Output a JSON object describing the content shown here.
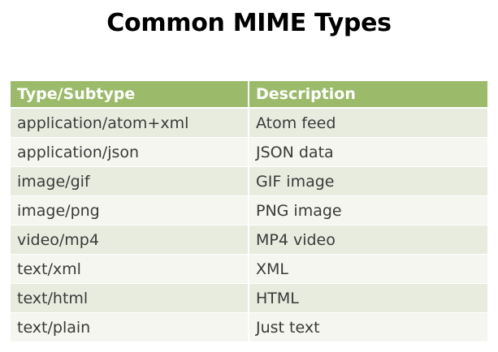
{
  "title": "Common MIME Types",
  "table": {
    "headers": [
      "Type/Subtype",
      "Description"
    ],
    "rows": [
      [
        "application/atom+xml",
        "Atom feed"
      ],
      [
        "application/json",
        "JSON data"
      ],
      [
        "image/gif",
        "GIF image"
      ],
      [
        "image/png",
        "PNG image"
      ],
      [
        "video/mp4",
        "MP4 video"
      ],
      [
        "text/xml",
        "XML"
      ],
      [
        "text/html",
        "HTML"
      ],
      [
        "text/plain",
        "Just text"
      ]
    ]
  },
  "colors": {
    "header_bg": "#9bbb6a",
    "row_odd_bg": "#e8ecdf",
    "row_even_bg": "#f4f6ef",
    "text": "#3a3a3a"
  }
}
